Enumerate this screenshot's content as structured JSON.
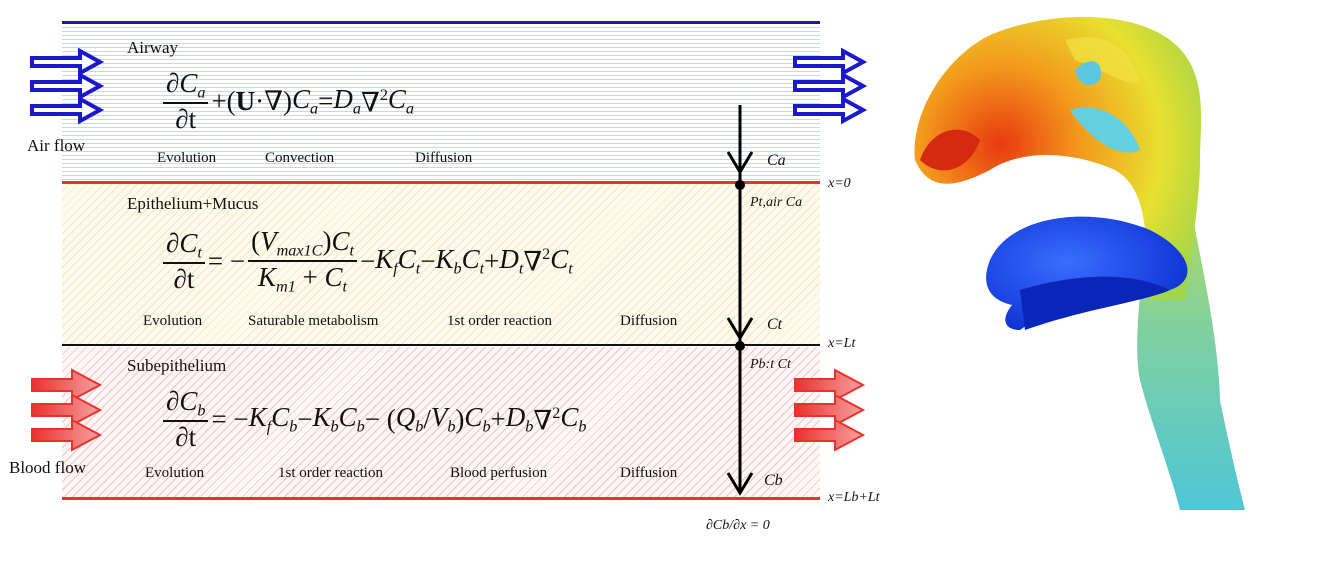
{
  "layers": [
    {
      "title": "Airway",
      "flow_label": "Air flow",
      "equation": [
        {
          "frac": [
            [
              "∂",
              {
                "b": "C",
                "sub": "a"
              }
            ],
            [
              "∂t"
            ]
          ]
        },
        "+(",
        {
          "b": "U",
          "up": true,
          "bold": true
        },
        {
          "b": "·∇)",
          "up": true
        },
        {
          "b": "C",
          "sub": "a"
        },
        " = ",
        {
          "b": "D",
          "sub": "a"
        },
        {
          "b": "∇",
          "sup": "2",
          "up": true
        },
        {
          "b": "C",
          "sub": "a"
        }
      ],
      "term_labels": [
        "Evolution",
        "Convection",
        "Diffusion"
      ]
    },
    {
      "title": "Epithelium+Mucus",
      "equation": [
        {
          "frac": [
            [
              "∂",
              {
                "b": "C",
                "sub": "t"
              }
            ],
            [
              "∂t"
            ]
          ]
        },
        " = −",
        {
          "frac": [
            [
              "(",
              {
                "b": "V",
                "sub": "max1C"
              },
              ")",
              {
                "b": "C",
                "sub": "t"
              }
            ],
            [
              {
                "b": "K",
                "sub": "m1"
              },
              " + ",
              {
                "b": "C",
                "sub": "t"
              }
            ]
          ]
        },
        " − ",
        {
          "b": "K",
          "sub": "f"
        },
        {
          "b": "C",
          "sub": "t"
        },
        " − ",
        {
          "b": "K",
          "sub": "b"
        },
        {
          "b": "C",
          "sub": "t"
        },
        " + ",
        {
          "b": "D",
          "sub": "t"
        },
        {
          "b": "∇",
          "sup": "2",
          "up": true
        },
        {
          "b": "C",
          "sub": "t"
        }
      ],
      "term_labels": [
        "Evolution",
        "Saturable metabolism",
        "1st order reaction",
        "Diffusion"
      ]
    },
    {
      "title": "Subepithelium",
      "flow_label": "Blood flow",
      "equation": [
        {
          "frac": [
            [
              "∂",
              {
                "b": "C",
                "sub": "b"
              }
            ],
            [
              "∂t"
            ]
          ]
        },
        " = −",
        {
          "b": "K",
          "sub": "f"
        },
        {
          "b": "C",
          "sub": "b"
        },
        " − ",
        {
          "b": "K",
          "sub": "b"
        },
        {
          "b": "C",
          "sub": "b"
        },
        " − (",
        {
          "b": "Q",
          "sub": "b"
        },
        "/",
        {
          "b": "V",
          "sub": "b"
        },
        ")",
        {
          "b": "C",
          "sub": "b"
        },
        " + ",
        {
          "b": "D",
          "sub": "b"
        },
        {
          "b": "∇",
          "sup": "2",
          "up": true
        },
        {
          "b": "C",
          "sub": "b"
        }
      ],
      "term_labels": [
        "Evolution",
        "1st order reaction",
        "Blood perfusion",
        "Diffusion"
      ]
    }
  ],
  "interface_labels": {
    "ca": "Ca",
    "x0": "x=0",
    "pt_air": "Pt,air Ca",
    "ct": "Ct",
    "xlt": "x=Lt",
    "pbt": "Pb:t Ct",
    "cb": "Cb",
    "xlblt": "x=Lb+Lt",
    "bc": "∂Cb/∂x = 0"
  },
  "colors": {
    "air": "#1a1acc",
    "blood": "#e8322e",
    "airway_line": "#1a1a9e",
    "interface_red": "#e8322e"
  }
}
